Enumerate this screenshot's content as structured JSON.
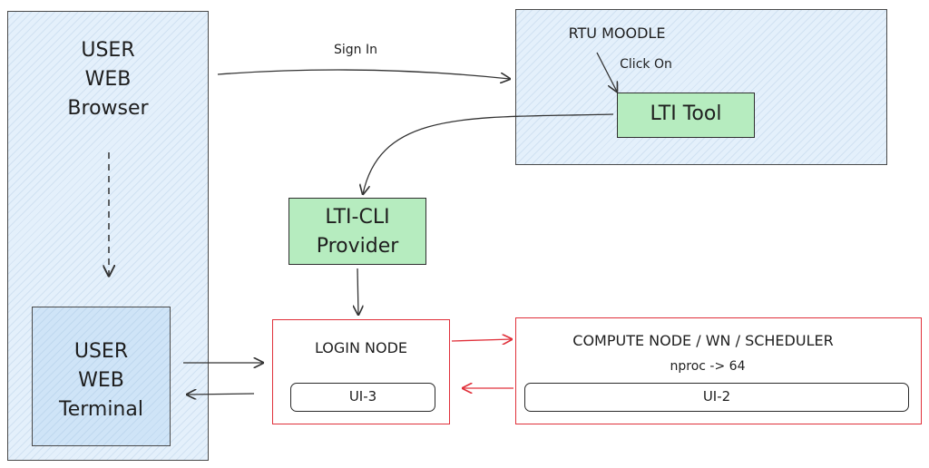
{
  "user_browser": {
    "label": "USER\nWEB\nBrowser"
  },
  "user_terminal": {
    "label": "USER\nWEB\nTerminal"
  },
  "moodle": {
    "title": "RTU MOODLE",
    "click_label": "Click On"
  },
  "lti_tool": {
    "label": "LTI Tool"
  },
  "lti_cli": {
    "label": "LTI-CLI\nProvider"
  },
  "login_node": {
    "title": "LOGIN NODE",
    "ui_label": "UI-3"
  },
  "compute_node": {
    "title": "COMPUTE NODE / WN / SCHEDULER",
    "nproc_label": "nproc -> 64",
    "ui_label": "UI-2"
  },
  "edges": {
    "sign_in": "Sign In"
  },
  "colors": {
    "blue_fill": "#e4f0fb",
    "green_fill": "#b6ecbf",
    "red_stroke": "#e0303a"
  }
}
